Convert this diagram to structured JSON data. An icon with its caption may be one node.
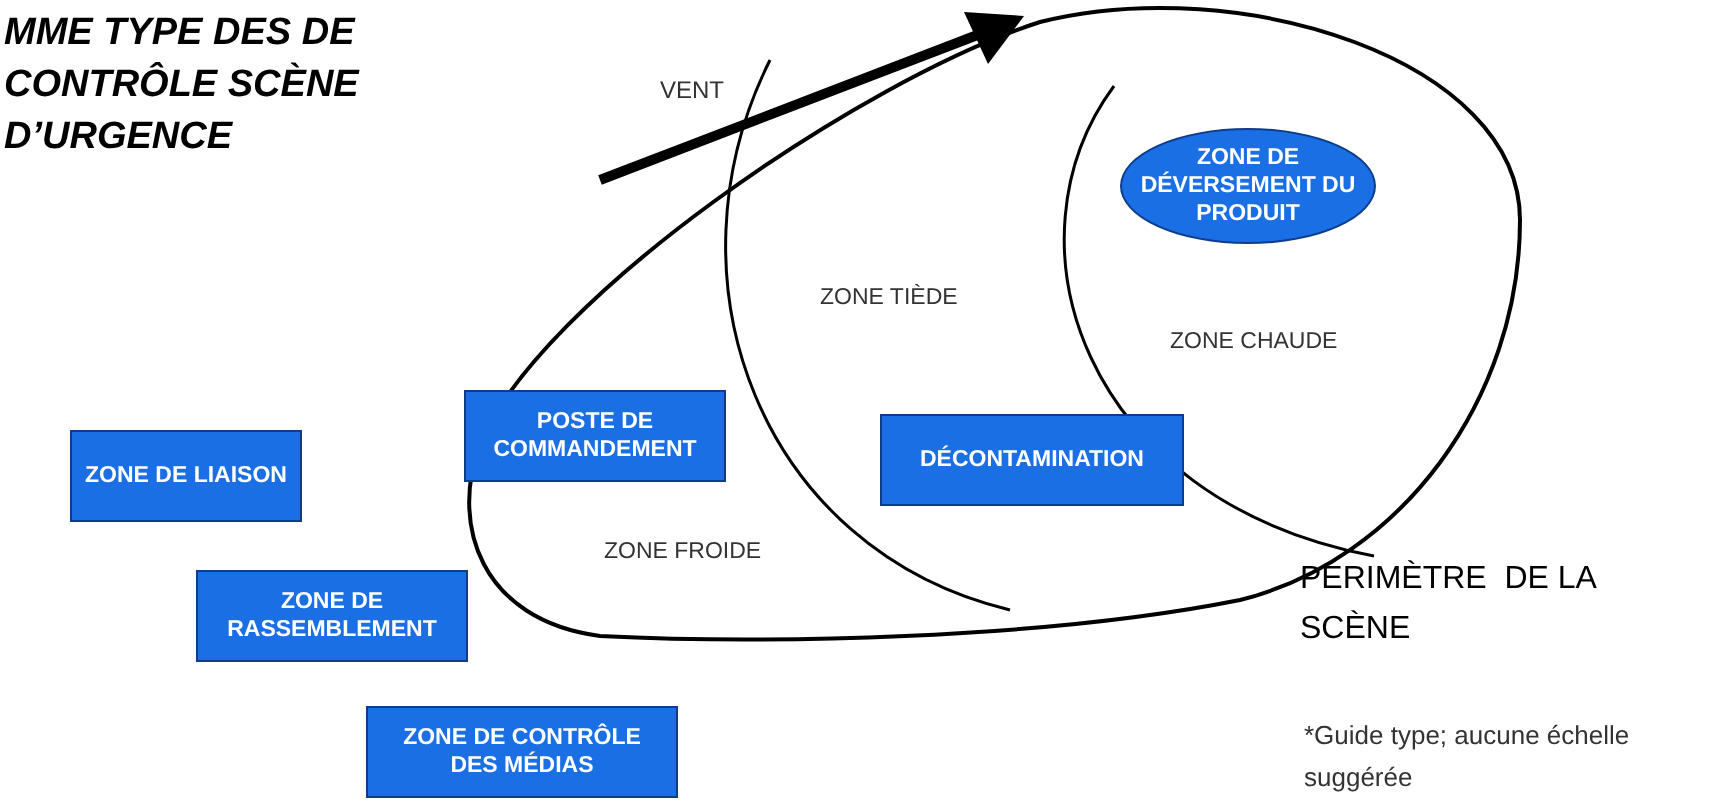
{
  "diagram": {
    "title": "MME TYPE DES DE CONTRÔLE SCÈNE D’URGENCE",
    "nodes": [
      {
        "text": [
          "PÉRIMÈTRE  DE LA SCÈNE"
        ]
      },
      {
        "text": [
          "ZONE DE DÉVERSEMENT DU PRODUIT"
        ],
        "in": 0
      },
      {
        "text": [
          "POSTE DE COMMANDEMENT"
        ],
        "in": 0
      },
      {
        "text": [
          "DÉCONTAMINATION"
        ],
        "in": 0
      },
      {
        "text": [
          "ZONE DE LIAISON"
        ]
      },
      {
        "text": [
          "ZONE DE RASSEMBLEMENT"
        ]
      },
      {
        "text": [
          "ZONE DE CONTRÔLE DES MÉDIAS"
        ]
      }
    ],
    "edges": [],
    "labels": [
      "VENT",
      "ZONE TIÈDE",
      "ZONE CHAUDE",
      "ZONE FROIDE",
      "*Guide type; aucune échelle suggérée"
    ]
  }
}
